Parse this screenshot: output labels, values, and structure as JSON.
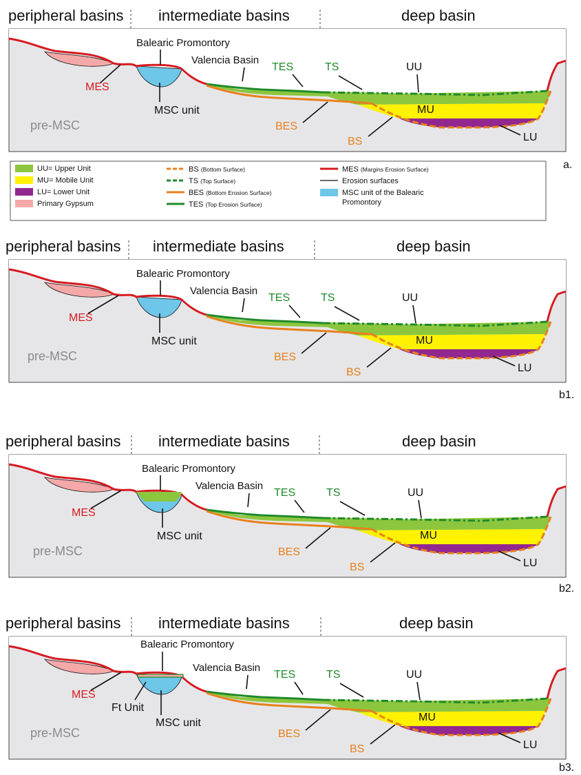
{
  "zones": {
    "peripheral": "peripheral basins",
    "intermediate": "intermediate basins",
    "deep": "deep basin"
  },
  "labels": {
    "balearic_promontory": "Balearic Promontory",
    "valencia_basin": "Valencia Basin",
    "tes": "TES",
    "ts": "TS",
    "uu": "UU",
    "mu": "MU",
    "lu": "LU",
    "mes": "MES",
    "bes": "BES",
    "bs": "BS",
    "msc_unit": "MSC unit",
    "pre_msc": "pre-MSC",
    "ft_unit": "Ft Unit"
  },
  "panels": [
    "a.",
    "b1.",
    "b2.",
    "b3."
  ],
  "legend": {
    "uu": "UU= Upper Unit",
    "mu": "MU= Mobile Unit",
    "lu": "LU= Lower Unit",
    "pg": "Primary Gypsum",
    "bs_main": "BS",
    "bs_sub": "(Bottom Surface)",
    "ts_main": "TS",
    "ts_sub": "(Top Surface)",
    "bes_main": "BES",
    "bes_sub": "(Bottom Erosion Surface)",
    "tes_main": "TES",
    "tes_sub": "(Top Erosion Surface)",
    "mes_main": "MES",
    "mes_sub": "(Margins Erosion Surface)",
    "erosion": "Erosion surfaces",
    "msc_balearic_1": "MSC unit of the Balearic",
    "msc_balearic_2": "Promontory"
  },
  "colors": {
    "upper_unit": "#8cc63f",
    "mobile_unit": "#fff200",
    "lower_unit": "#92278f",
    "primary_gypsum": "#f4a9a8",
    "msc_balearic": "#6ec6e8",
    "pre_msc": "#e6e6e8",
    "mes_line": "#d61b21",
    "tes_line": "#1f8a2a",
    "bes_line": "#e8801c"
  }
}
